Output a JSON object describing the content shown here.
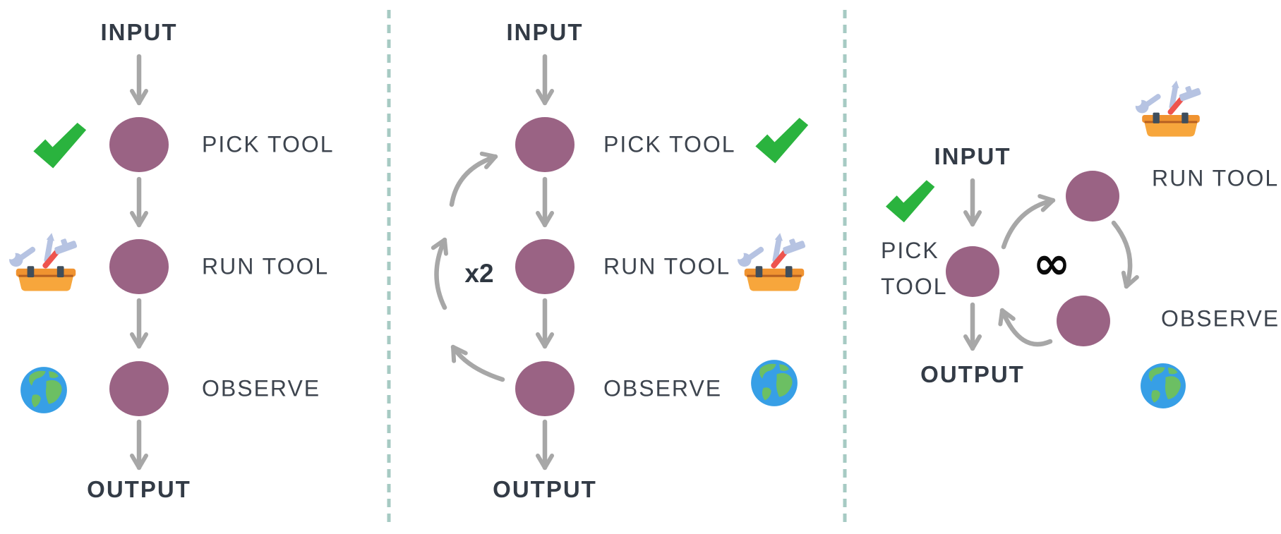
{
  "colors": {
    "node_fill": "#9a6384",
    "arrow_gray": "#a7a7a7",
    "divider_teal": "#a6cac3",
    "heading_text": "#333b46",
    "label_text": "#3d444e",
    "check_green": "#2ab33e",
    "toolbox_orange": "#f7a63c",
    "toolbox_rim": "#f09330",
    "tool_blue": "#b6c3e2",
    "hammer_handle_red": "#ee544e",
    "globe_ocean": "#379fe6",
    "globe_land": "#6cbf63",
    "infinity_black": "#0a0a0a"
  },
  "panels": [
    {
      "name": "single-pass",
      "input_label": "INPUT",
      "output_label": "OUTPUT",
      "nodes": [
        {
          "label": "PICK TOOL",
          "icon": "check-mark-icon"
        },
        {
          "label": "RUN TOOL",
          "icon": "toolbox-icon"
        },
        {
          "label": "OBSERVE",
          "icon": "globe-icon"
        }
      ]
    },
    {
      "name": "fixed-loop",
      "input_label": "INPUT",
      "output_label": "OUTPUT",
      "loop_count_label": "x2",
      "nodes": [
        {
          "label": "PICK TOOL",
          "icon": "check-mark-icon"
        },
        {
          "label": "RUN TOOL",
          "icon": "toolbox-icon"
        },
        {
          "label": "OBSERVE",
          "icon": "globe-icon"
        }
      ]
    },
    {
      "name": "infinite-loop",
      "input_label": "INPUT",
      "output_label": "OUTPUT",
      "infinity_symbol": "∞",
      "nodes": [
        {
          "label": "PICK TOOL",
          "icon": "check-mark-icon"
        },
        {
          "label": "RUN TOOL",
          "icon": "toolbox-icon"
        },
        {
          "label": "OBSERVE",
          "icon": "globe-icon"
        }
      ]
    }
  ]
}
